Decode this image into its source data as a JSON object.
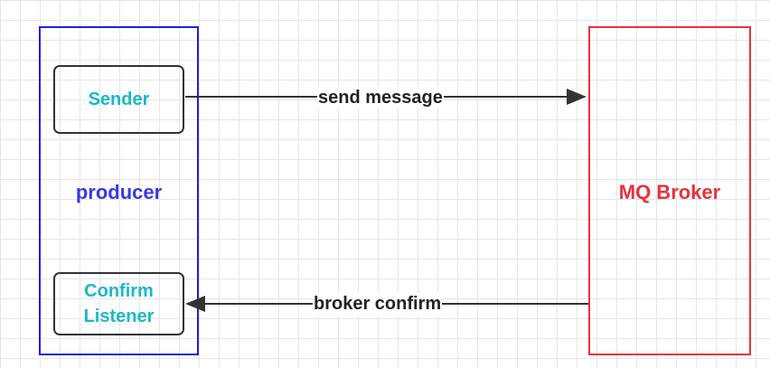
{
  "colors": {
    "producer_border": "#1f1fe0",
    "producer_text": "#3838e6",
    "broker_border": "#e8323c",
    "component_text": "#1ab8c8",
    "arrow": "#333333"
  },
  "producer": {
    "label": "producer",
    "sender": {
      "label": "Sender"
    },
    "listener": {
      "line1": "Confirm",
      "line2": "Listener"
    }
  },
  "broker": {
    "label": "MQ Broker"
  },
  "edges": {
    "send": {
      "label": "send message",
      "from": "Sender",
      "to": "MQ Broker"
    },
    "confirm": {
      "label": "broker confirm",
      "from": "MQ Broker",
      "to": "Confirm Listener"
    }
  }
}
